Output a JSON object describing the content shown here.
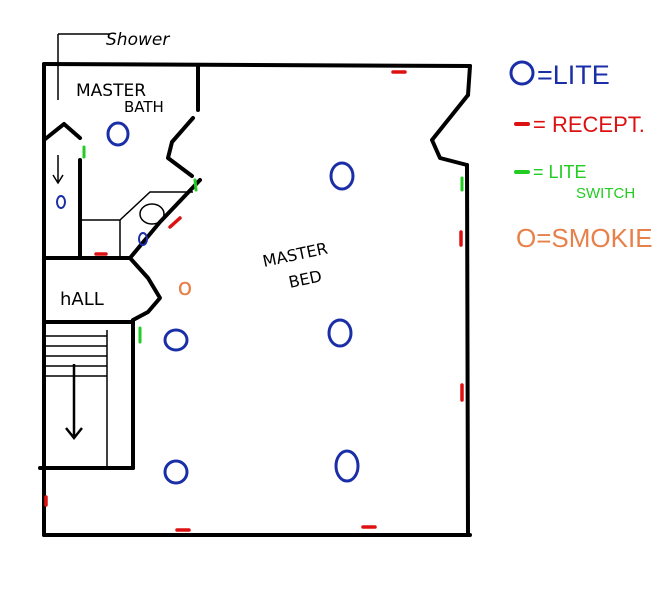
{
  "colors": {
    "wall": "#000000",
    "light": "#1a2ea8",
    "receptacle": "#dd1111",
    "switch": "#22cc22",
    "smoke": "#e8804a"
  },
  "labels": {
    "shower": "Shower",
    "master_bath_1": "MASTER",
    "master_bath_2": "BATH",
    "master_bed_1": "MASTER",
    "master_bed_2": "BED",
    "hall": "hALL",
    "smoke_mark": "o"
  },
  "legend": {
    "light": "=LITE",
    "receptacle": "= RECEPT.",
    "switch_1": "= LITE",
    "switch_2": "SWITCH",
    "smoke": "O=SMOKIE"
  }
}
